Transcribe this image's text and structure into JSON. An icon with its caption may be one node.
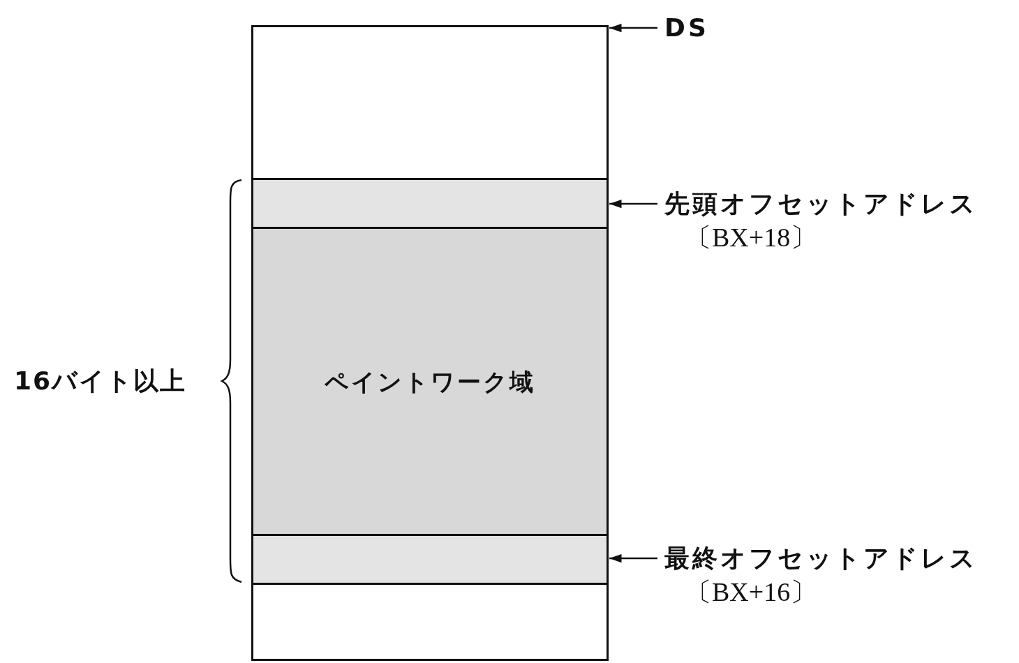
{
  "diagram": {
    "nodes": [
      {
        "text": [],
        "shape": "box"
      },
      {
        "text": [],
        "shape": "bar"
      },
      {
        "text": [
          "ペイントワーク域"
        ]
      },
      {
        "text": [],
        "shape": "bar"
      },
      {
        "text": [],
        "shape": "box"
      },
      {
        "text": [
          "DS"
        ]
      },
      {
        "text": [
          "先頭オフセットアドレス",
          "〔BX+18〕"
        ]
      },
      {
        "text": [
          "最終オフセットアドレス",
          "〔BX+16〕"
        ]
      }
    ],
    "edges": [
      {
        "from": 5,
        "to": 0,
        "arrow": "to"
      },
      {
        "from": 6,
        "to": 1,
        "arrow": "to"
      },
      {
        "from": 7,
        "to": 3,
        "arrow": "to"
      }
    ],
    "labels": [
      "16バイト以上"
    ]
  }
}
